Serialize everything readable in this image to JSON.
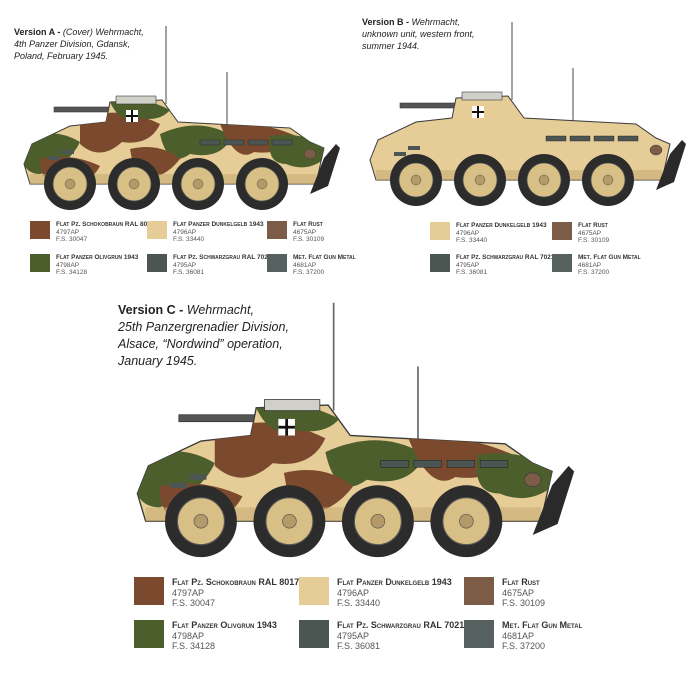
{
  "versions": [
    {
      "id": "A",
      "heading": "Version A -",
      "caption_lines": [
        "(Cover) Wehrmacht,",
        "4th Panzer Division, Gdansk,",
        "Poland, February 1945."
      ],
      "scheme": "three-tone-camo",
      "swatches": [
        {
          "name": "Flat Pz. Schokobraun RAL 8017",
          "code": "4797AP",
          "fs": "F.S. 30047",
          "color": "#7b4a2e"
        },
        {
          "name": "Flat Panzer Dunkelgelb 1943",
          "code": "4796AP",
          "fs": "F.S. 33440",
          "color": "#e6cc96"
        },
        {
          "name": "Flat Rust",
          "code": "4675AP",
          "fs": "F.S. 30109",
          "color": "#7d5c47"
        },
        {
          "name": "Flat Panzer Olivgrun 1943",
          "code": "4798AP",
          "fs": "F.S. 34128",
          "color": "#4b5e2c"
        },
        {
          "name": "Flat Pz. Schwarzgrau RAL 7021",
          "code": "4795AP",
          "fs": "F.S. 36081",
          "color": "#4b5652"
        },
        {
          "name": "Met. Flat Gun Metal",
          "code": "4681AP",
          "fs": "F.S. 37200",
          "color": "#56605f"
        }
      ]
    },
    {
      "id": "B",
      "heading": "Version B -",
      "caption_lines": [
        "Wehrmacht,",
        "unknown unit, western front,",
        "summer 1944."
      ],
      "scheme": "plain-dunkelgelb",
      "swatches": [
        {
          "name": "Flat Panzer Dunkelgelb 1943",
          "code": "4796AP",
          "fs": "F.S. 33440",
          "color": "#e6cc96"
        },
        {
          "name": "Flat Rust",
          "code": "4675AP",
          "fs": "F.S. 30109",
          "color": "#7d5c47"
        },
        {
          "name": "Flat Pz. Schwarzgrau RAL 7021",
          "code": "4795AP",
          "fs": "F.S. 36081",
          "color": "#4b5652"
        },
        {
          "name": "Met. Flat Gun Metal",
          "code": "4681AP",
          "fs": "F.S. 37200",
          "color": "#56605f"
        }
      ]
    },
    {
      "id": "C",
      "heading": "Version C -",
      "caption_lines": [
        "Wehrmacht,",
        "25th Panzergrenadier Division,",
        "Alsace, “Nordwind” operation,",
        "January 1945."
      ],
      "scheme": "three-tone-camo",
      "swatches": [
        {
          "name": "Flat Pz. Schokobraun RAL 8017",
          "code": "4797AP",
          "fs": "F.S. 30047",
          "color": "#7b4a2e"
        },
        {
          "name": "Flat Panzer Dunkelgelb 1943",
          "code": "4796AP",
          "fs": "F.S. 33440",
          "color": "#e6cc96"
        },
        {
          "name": "Flat Rust",
          "code": "4675AP",
          "fs": "F.S. 30109",
          "color": "#7d5c47"
        },
        {
          "name": "Flat Panzer Olivgrun 1943",
          "code": "4798AP",
          "fs": "F.S. 34128",
          "color": "#4b5e2c"
        },
        {
          "name": "Flat Pz. Schwarzgrau RAL 7021",
          "code": "4795AP",
          "fs": "F.S. 36081",
          "color": "#4b5652"
        },
        {
          "name": "Met. Flat Gun Metal",
          "code": "4681AP",
          "fs": "F.S. 37200",
          "color": "#56605f"
        }
      ]
    }
  ],
  "colors": {
    "body_base": "#e6cc96",
    "body_shadow": "#c9ab74",
    "tyre": "#2c2c2c",
    "hub": "#d8bf86",
    "outline": "#3a3a3a"
  }
}
